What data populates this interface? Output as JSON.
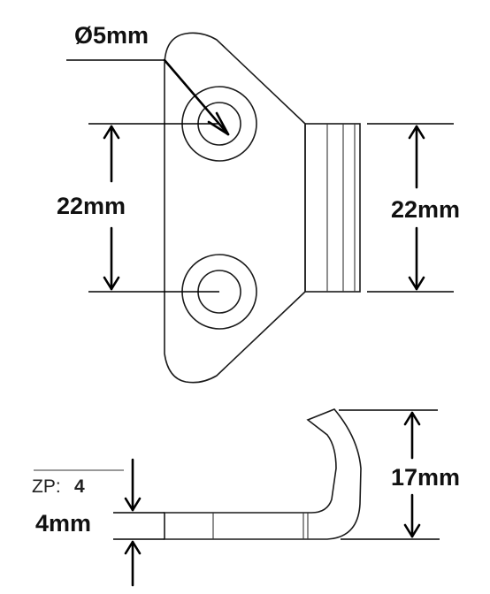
{
  "labels": {
    "hole_diameter": "Ø5mm",
    "hole_spacing": "22mm",
    "tab_height": "22mm",
    "height": "17mm",
    "thickness": "4mm",
    "zp_label": "ZP:",
    "zp_value": "4"
  }
}
